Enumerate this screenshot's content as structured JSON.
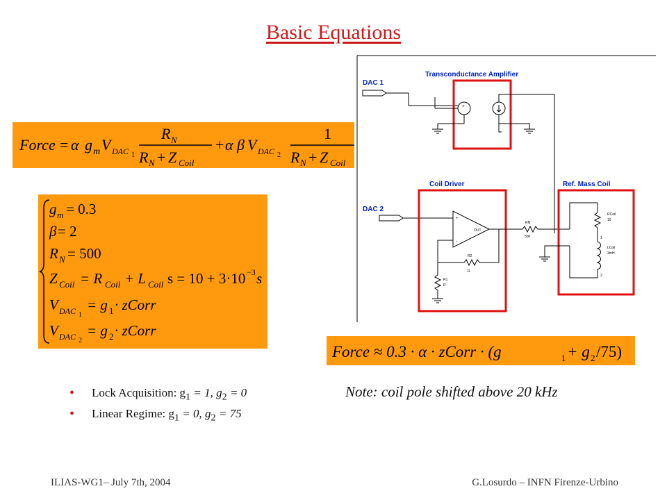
{
  "slide": {
    "title": "Basic Equations",
    "footer_left": "ILIAS-WG1– July 7th, 2004",
    "footer_right": "G.Losurdo – INFN Firenze-Urbino",
    "note": "Note: coil pole shifted above 20 kHz"
  },
  "bullets": [
    {
      "label": "Lock Acquisition: g",
      "s1": "1",
      "mid": " = 1, g",
      "s2": "2",
      "end": " = 0"
    },
    {
      "label": "Linear Regime: g",
      "s1": "1",
      "mid": " = 0, g",
      "s2": "2",
      "end": " = 75"
    }
  ],
  "equations": {
    "force_lhs": "Force",
    "alpha": "α",
    "beta": "β",
    "gm": "g",
    "gm_sub": "m",
    "V": "V",
    "DAC": "DAC",
    "DAC1": "1",
    "DAC2": "2",
    "RN": "R",
    "RN_sub": "N",
    "Z": "Z",
    "Coil": "Coil",
    "one": "1",
    "params": {
      "gm_val": " = 0.3",
      "beta_val": " = 2",
      "RN_val": " = 500",
      "Z_rhs": " = R",
      "plus_L": " + L",
      "s_text": "s = 10 + 3·10",
      "exp": "−3",
      "s": " s",
      "v1_rhs": " = g",
      "v2_rhs": " = g",
      "zcorr": " · zCorr"
    },
    "approx": {
      "lhs": "Force ≈ 0.3 · α · zCorr · (g",
      "plus": " + g",
      "end": "/75)"
    }
  },
  "circuit": {
    "dac1_label": "DAC 1",
    "dac2_label": "DAC 2",
    "ta_title": "Transconductance Amplifier",
    "coil_driver_title": "Coil Driver",
    "ref_mass_title": "Ref. Mass Coil",
    "rn_label": "RN",
    "rn_value": "500",
    "r2_label": "R2",
    "r2_value": "R",
    "r1_label": "R1",
    "r1_value": "R",
    "rcoil_label": "RCoil",
    "rcoil_value": "10",
    "lcoil_label": "LCoil",
    "lcoil_value": "3mH",
    "out_label": "OUT",
    "plus_pin": "+",
    "minus_pin": "-",
    "pin1": "1",
    "pin2": "2",
    "colors": {
      "frame": "#e01010",
      "title": "#0022cc",
      "wire": "#000000",
      "accent": "#ff9a0e"
    }
  }
}
